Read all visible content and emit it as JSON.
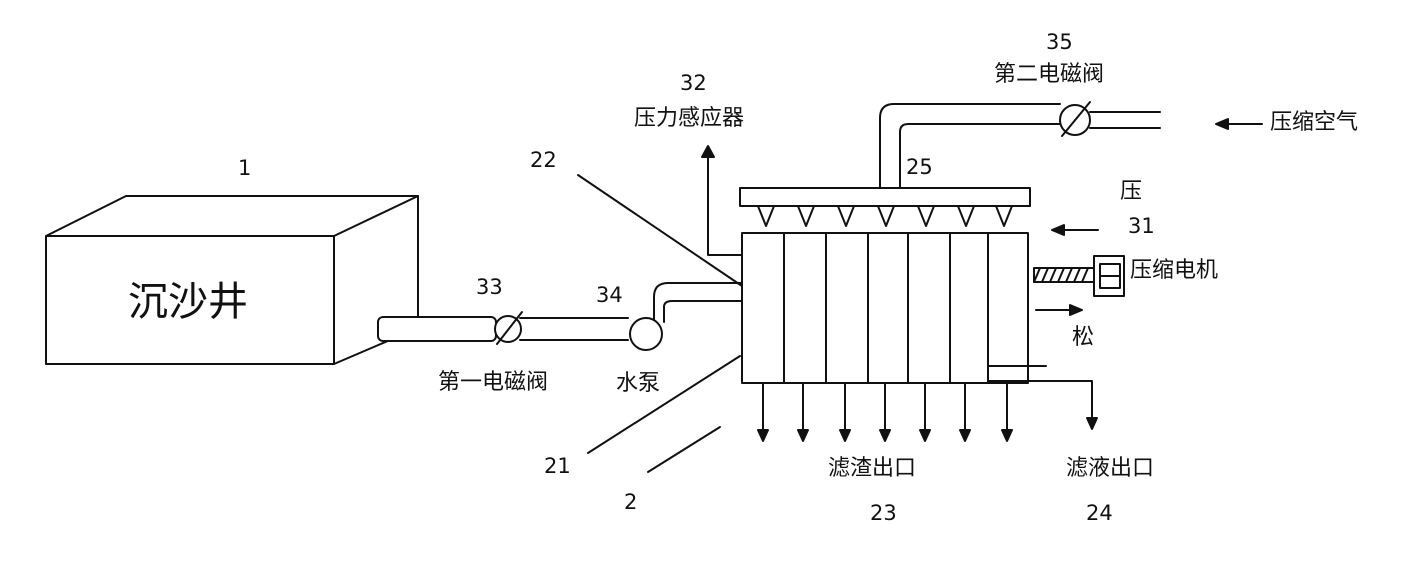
{
  "labels": {
    "sand_well_text": "沉沙井",
    "num_1": "1",
    "num_33": "33",
    "valve1": "第一电磁阀",
    "num_34": "34",
    "pump": "水泵",
    "num_22": "22",
    "num_32": "32",
    "pressure_sensor": "压力感应器",
    "num_35": "35",
    "valve2": "第二电磁阀",
    "compressed_air": "压缩空气",
    "num_25": "25",
    "press": "压",
    "num_31": "31",
    "motor": "压缩电机",
    "loosen": "松",
    "num_21": "21",
    "num_2": "2",
    "residue_outlet": "滤渣出口",
    "num_23": "23",
    "filtrate_outlet": "滤液出口",
    "num_24": "24"
  }
}
